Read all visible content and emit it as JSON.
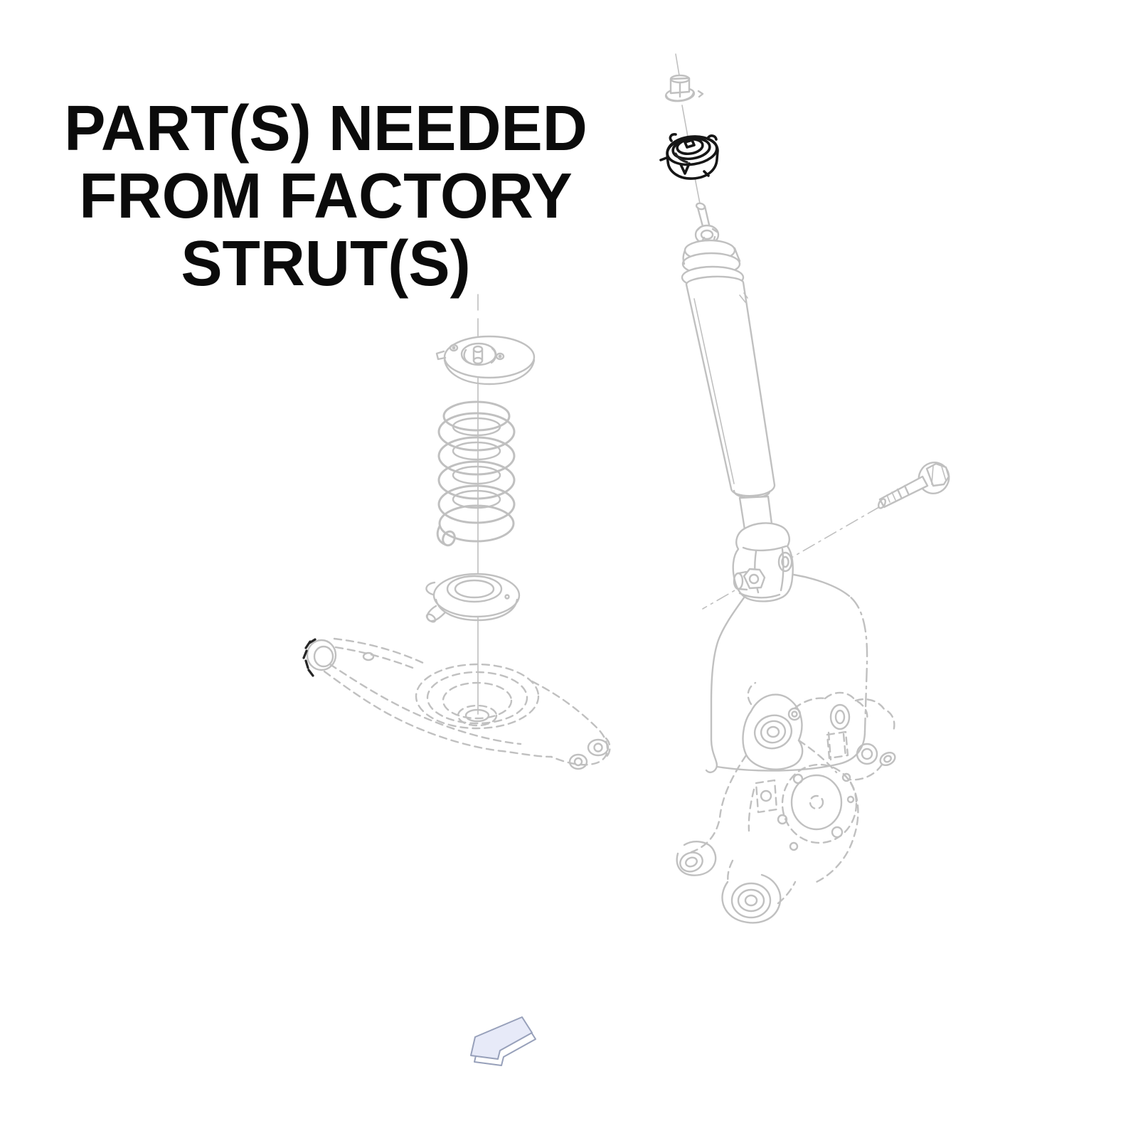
{
  "title": {
    "line1": "PART(S) NEEDED",
    "line2": "FROM FACTORY",
    "line3": "STRUT(S)"
  },
  "colors": {
    "background": "#ffffff",
    "title_text": "#0b0b0b",
    "highlighted_part_line": "#161616",
    "ghost_part_line": "#c0c0c0",
    "arrow_fill": "#e7eaf8",
    "arrow_outline": "#97a0ba"
  },
  "diagram": {
    "parts": [
      {
        "name": "flange-nut",
        "style": "ghost"
      },
      {
        "name": "strut-mount",
        "style": "highlighted-needed-part"
      },
      {
        "name": "shock-absorber-with-fork",
        "style": "ghost"
      },
      {
        "name": "upper-spring-seat",
        "style": "ghost"
      },
      {
        "name": "coil-spring",
        "style": "ghost"
      },
      {
        "name": "lower-spring-isolator",
        "style": "ghost"
      },
      {
        "name": "lower-control-arm",
        "style": "ghost-dashed"
      },
      {
        "name": "splash-shield",
        "style": "ghost"
      },
      {
        "name": "knuckle-assembly",
        "style": "ghost-dashed"
      },
      {
        "name": "fork-mounting-bolt",
        "style": "ghost"
      },
      {
        "name": "direction-arrow",
        "style": "accent"
      }
    ]
  }
}
